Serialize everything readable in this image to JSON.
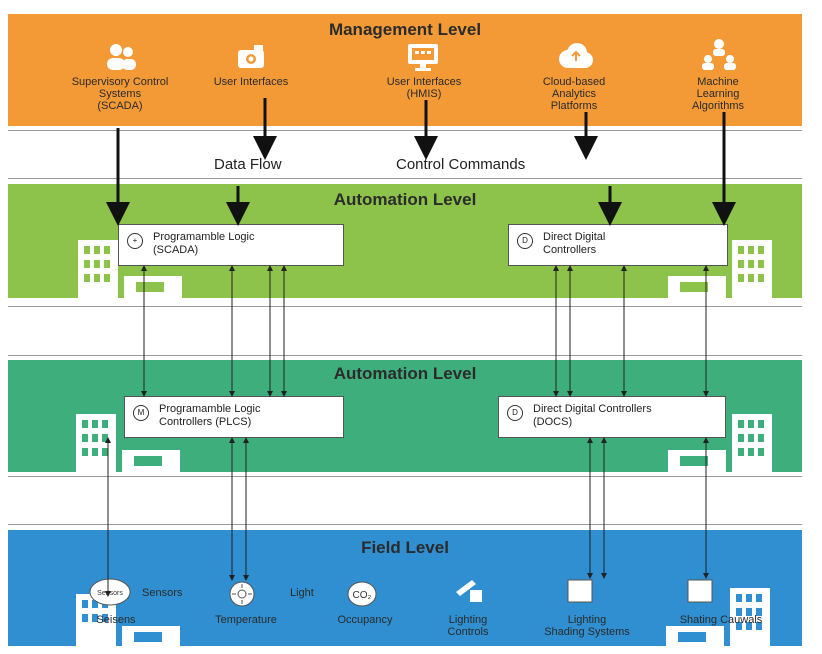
{
  "colors": {
    "management": "#f39a37",
    "automation1": "#8dc24b",
    "automation2": "#3fae7d",
    "field": "#2f8fd0"
  },
  "management": {
    "title": "Management Level",
    "items": [
      {
        "label": "Supervisory Control\nSystems\n(SCADA)",
        "icon": "users-icon"
      },
      {
        "label": "User Interfaces",
        "icon": "camera-icon"
      },
      {
        "label": "User Interfaces\n(HMIS)",
        "icon": "monitor-icon"
      },
      {
        "label": "Cloud-based\nAnalytics\nPlatforms",
        "icon": "cloud-icon"
      },
      {
        "label": "Machine\nLearning\nAlgorithms",
        "icon": "hierarchy-icon"
      }
    ]
  },
  "flow": {
    "data_flow": "Data Flow",
    "control_commands": "Control Commands"
  },
  "automation1": {
    "title": "Automation Level",
    "left_box": "Programamble Logic\n(SCADA)",
    "left_icon_text": "+",
    "right_box": "Direct Digital\nControllers",
    "right_icon_text": "D"
  },
  "automation2": {
    "title": "Automation Level",
    "left_box": "Programamble Logic\nControllers (PLCS)",
    "left_icon_text": "M",
    "right_box": "Direct Digital Controllers\n(DOCS)",
    "right_icon_text": "D"
  },
  "field": {
    "title": "Field Level",
    "sensor_badge": "Sensors",
    "co2_badge": "CO₂",
    "sensors_label": "Sensors",
    "light_label": "Light",
    "items": [
      {
        "label": "Seisens",
        "icon": "sensor-icon"
      },
      {
        "label": "Temperature",
        "icon": "thermometer-icon"
      },
      {
        "label": "Occupancy",
        "icon": "co2-icon"
      },
      {
        "label": "Lighting\nControls",
        "icon": "lighting-icon"
      },
      {
        "label": "Lighting\nShading Systems",
        "icon": "shading-icon"
      },
      {
        "label": "Shating Cauwals",
        "icon": "shading-icon"
      }
    ]
  }
}
